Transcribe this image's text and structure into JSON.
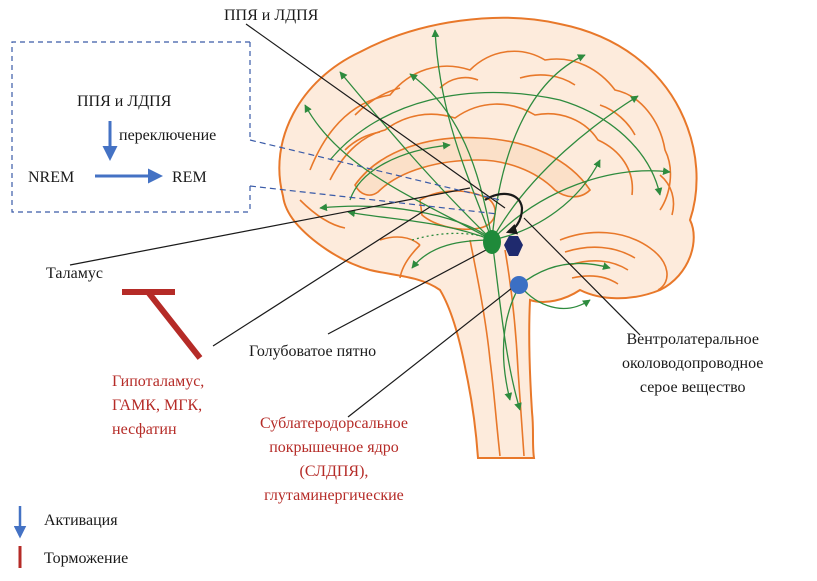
{
  "labels": {
    "top": "ППЯ и ЛДПЯ",
    "box_title": "ППЯ и ЛДПЯ",
    "box_switch": "переключение",
    "box_nrem": "NREM",
    "box_rem": "REM",
    "thalamus": "Таламус",
    "hypothalamus": [
      "Гипоталамус,",
      "ГАМК, МГК,",
      "несфатин"
    ],
    "locus": "Голубоватое пятно",
    "vlpag": [
      "Вентролатеральное",
      "околоводопроводное",
      "серое вещество"
    ],
    "sld": [
      "Сублатеродорсальное",
      "покрышечное ядро",
      "(СЛДПЯ),",
      "глутаминергические"
    ]
  },
  "legend": {
    "activation": "Активация",
    "inhibition": "Торможение"
  },
  "colors": {
    "brain_outline": "#e8782a",
    "brain_fill": "#fdebdc",
    "pathway": "#2e8b3e",
    "activation_arrow": "#4472c4",
    "inhibition": "#b52b27",
    "locus_node": "#1f8a3a",
    "vlpag_node": "#1f2a6e",
    "sld_node": "#3b6fc4"
  }
}
